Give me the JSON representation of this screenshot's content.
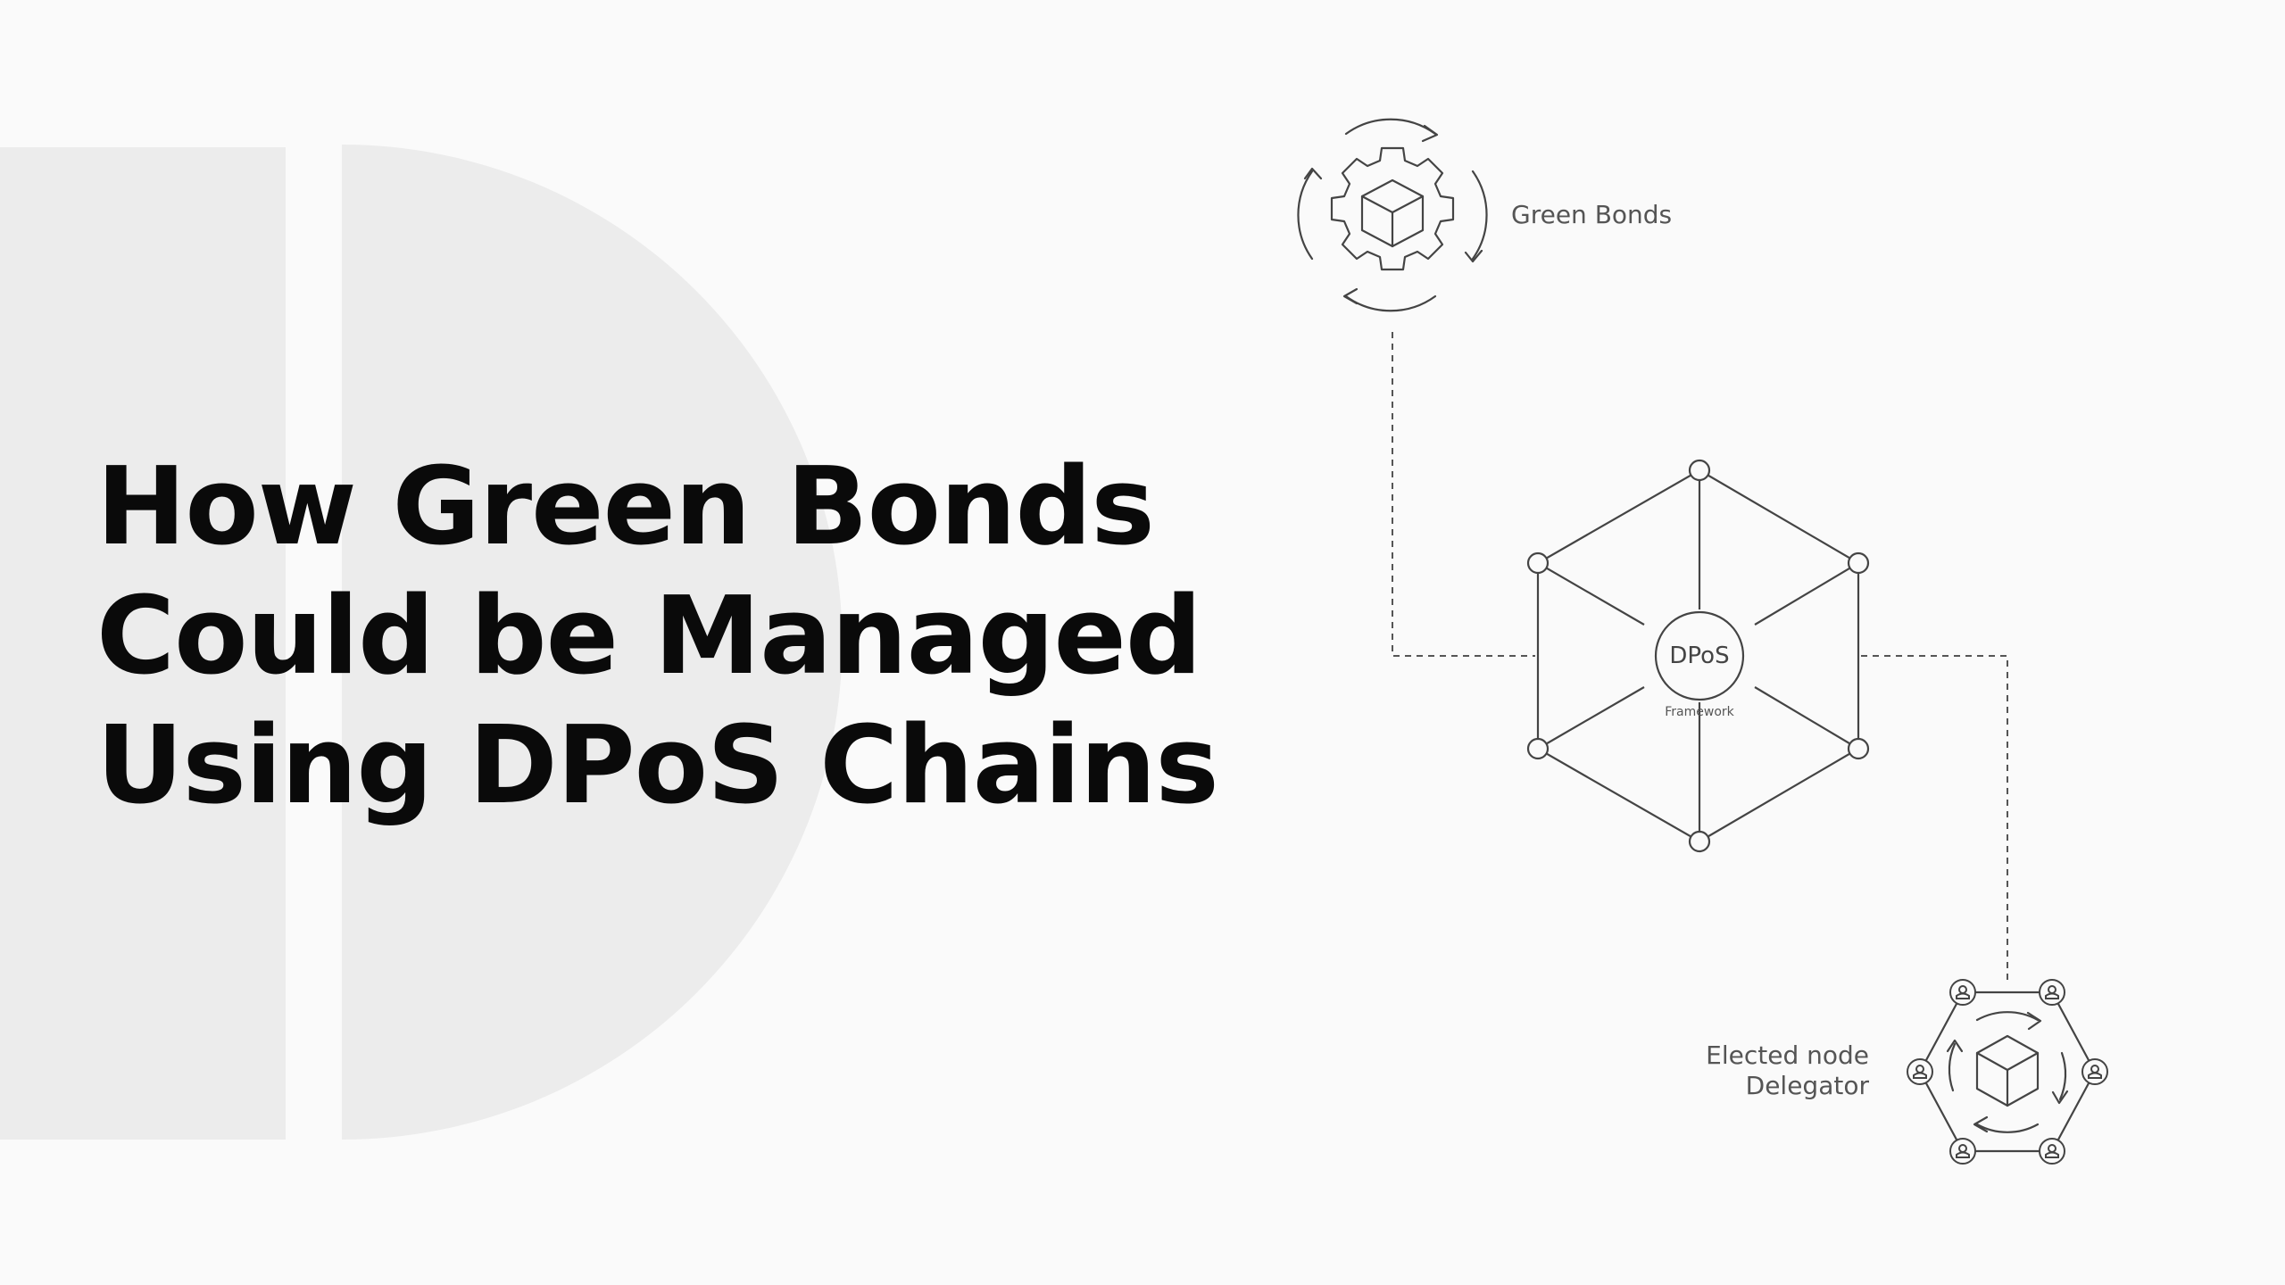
{
  "title": {
    "line1": "How Green Bonds",
    "line2": "Could be Managed",
    "line3": "Using DPoS Chains"
  },
  "diagram": {
    "top_node": {
      "label": "Green Bonds",
      "icon": "gear-cube-cycle-icon"
    },
    "center_node": {
      "label": "DPoS",
      "sublabel": "Framework",
      "icon": "hexagon-network-icon"
    },
    "bottom_node": {
      "label_line1": "Elected node",
      "label_line2": "Delegator",
      "icon": "delegator-hexagon-icon"
    }
  },
  "colors": {
    "background": "#fafafa",
    "decor": "#ececec",
    "title": "#0a0a0a",
    "lines": "#444444",
    "labels": "#555555"
  }
}
